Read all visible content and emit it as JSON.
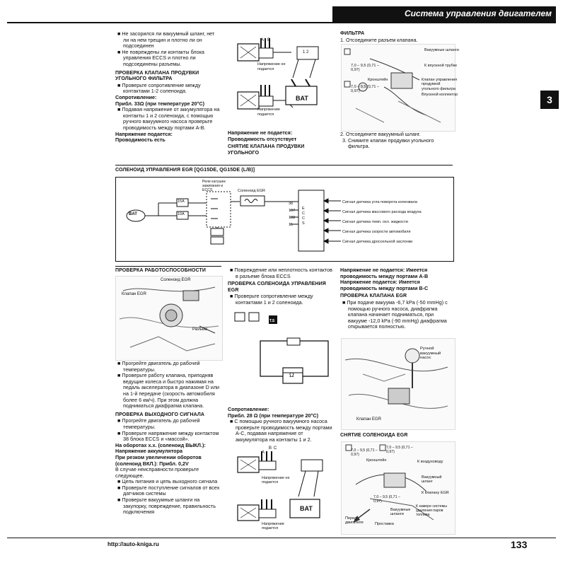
{
  "header": {
    "title": "Система управления двигателем"
  },
  "chapter_tab": "3",
  "col1_top": {
    "b1": "Не засорился ли вакуумный шланг, нет ли на нем трещин и плотно ли он подсоединен",
    "b2": "Не повреждены ли контакты блока управления ECCS и плотно ли подсоединены разъемы.",
    "h1": "ПРОВЕРКА КЛАПАНА ПРОДУВКИ УГОЛЬНОГО ФИЛЬТРА",
    "b3": "Проверьте сопротивление между контактами 1-2 соленоида.",
    "res_label": "Сопротивление:",
    "res_value": "Прибл. 33Ω (при температуре 20°С)",
    "b4": "Подавая напряжение от аккумулятора на контакты 1 и 2 соленоида, с помощью ручного вакуумного насоса проверьте проводимость между портами А-В.",
    "v_on": "Напряжение подается:",
    "v_on_res": "Проводимость есть"
  },
  "col2_top": {
    "fig_label1": "Напряжение не подается",
    "fig_label2": "Напряжение подается",
    "port_a": "A",
    "port_b": "B",
    "bat": "BAT",
    "v_off": "Напряжение не подается:",
    "v_off_res": "Проводимость отсутствует",
    "h2": "СНЯТИЕ КЛАПАНА ПРОДУВКИ УГОЛЬНОГО"
  },
  "col3_top": {
    "h": "ФИЛЬТРА",
    "s1": "1. Отсоедините разъем клапана.",
    "l_vac": "Вакуумные шланги",
    "l_tube": "К впускной трубке",
    "l_bracket": "Кронштейн",
    "l_valve": "Клапан управления продувкой угольного фильтра",
    "l_coll": "Впускной коллектор",
    "torque1": "7,0 – 9,5 (0,71 – 0,97)",
    "torque2": "7,0 – 9,5 (0,71 – 0,97)",
    "s2": "2. Отсоедините вакуумный шланг.",
    "s3": "3. Снимите клапан продувки угольного фильтра."
  },
  "egr_section": {
    "title": "СОЛЕНОИД УПРАВЛЕНИЯ EGR [QG15DE, QG15DE (L/B)]",
    "relay": "Реле катушек зажигания и ECCS",
    "solenoid": "Соленоид EGR",
    "bat": "BAT",
    "fuse1": "15A",
    "fuse2": "10A",
    "ecu": "E C C S",
    "pins": [
      "38",
      "107",
      "108",
      "15"
    ],
    "signals": [
      "Сигнал датчика угла поворота коленвала",
      "Сигнал датчика массового расхода воздуха",
      "Сигнал датчика темп. охл. жидкости",
      "Сигнал датчика скорости автомобиля",
      "Сигнал датчика дроссельной заслонки"
    ]
  },
  "col1_bottom": {
    "h": "ПРОВЕРКА РАБОТОСПОСОБНОСТИ",
    "l_sol": "Соленоид EGR",
    "l_valve": "Клапан EGR",
    "l_conn": "Разъем",
    "b1": "Прогрейте двигатель до рабочей температуры.",
    "b2": "Проверьте работу клапана, приподняв ведущие колеса и быстро нажимая на педаль акселератора в диапазоне D или на 1-й передаче (скорость автомобиля более 6 км/ч). При этом должна подниматься диафрагма клапана.",
    "h2": "ПРОВЕРКА ВЫХОДНОГО СИГНАЛА",
    "b3": "Прогрейте двигатель до рабочей температуры.",
    "b4": "Проверьте напряжение между контактом 38 блока ECCS и «массой».",
    "idle": "На оборотах х.х. (соленоид ВЫКЛ.): Напряжение аккумулятора",
    "rev": "При резком увеличении оборотов (соленоид ВКЛ.): Прибл. 0,2V",
    "fault": "В случае неисправности проверьте следующее.",
    "c1": "Цепь питания и цепь выходного сигнала",
    "c2": "Проверьте поступление сигналов от всех датчиков системы",
    "c3": "Проверьте вакуумные шланги на закупорку, повреждение, правильность подключения"
  },
  "col2_bottom": {
    "b0": "Повреждение или неплотность контактов в разъеме блока ECCS",
    "h": "ПРОВЕРКА СОЛЕНОИДА УПРАВЛЕНИЯ EGR",
    "b1": "Проверьте сопротивление между контактами 1 и 2 соленоида.",
    "res_label": "Сопротивление:",
    "res_value": "Прибл. 28 Ω (при температуре 20°С)",
    "b2": "С помощью ручного вакуумного насоса проверьте проводимость между портами А-С, подавая напряжение от аккумулятора на контакты 1 и 2.",
    "fig_label1": "Напряжение не подается",
    "fig_label2": "Напряжение подается",
    "bat": "BAT",
    "port_a": "A",
    "port_b": "B",
    "port_c": "C",
    "ts": "T.S"
  },
  "col3_bottom": {
    "v_off": "Напряжение не подается: Имеется проводимость между портами А-В",
    "v_on": "Напряжение подается: Имеется проводимость между портами В-С",
    "h": "ПРОВЕРКА КЛАПАНА EGR",
    "b1": "При подаче вакуума -6,7 kPa (-50 mmHg) с помощью ручного насоса, диафрагма клапана начинает подниматься, при вакууме -12,0 kPa (-90 mmHg) диафрагма открывается полностью.",
    "l_pump": "Ручной вакуумный насос",
    "l_valve": "Клапан EGR",
    "h2": "СНЯТИЕ СОЛЕНОИДА EGR",
    "t1": "7,0 – 9,5 (0,71 – 0,97)",
    "t2": "7,0 – 9,5 (0,71 – 0,97)",
    "t3": "7,0 – 9,5 (0,71 – 0,97)",
    "l_bracket": "Кронштейн",
    "l_to_fh": "К воздуховоду",
    "l_vac": "Вакуумный шланг",
    "l_egr": "К клапану EGR",
    "l_chamber": "К камере системы удаления паров топлива",
    "l_vac2": "Вакуумные шланги",
    "l_front": "Перед двигателя",
    "l_spacer": "Проставка"
  },
  "footer": {
    "url": "http://auto-kniga.ru",
    "page": "133"
  }
}
